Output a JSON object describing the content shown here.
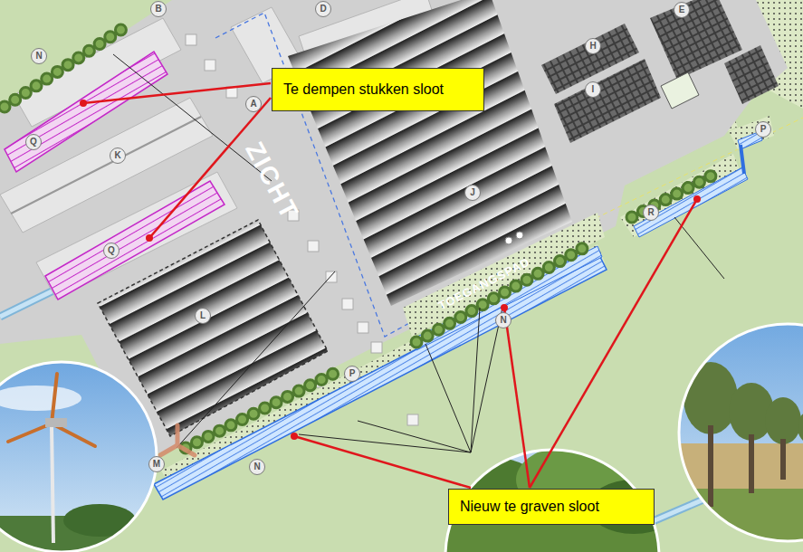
{
  "diagram": {
    "nodes": [
      {
        "text": [
          "B"
        ]
      },
      {
        "text": [
          "D"
        ]
      },
      {
        "text": [
          "E"
        ]
      },
      {
        "text": [
          "H"
        ]
      },
      {
        "text": [
          "N"
        ]
      },
      {
        "text": [
          "Te dempen stukken sloot"
        ]
      },
      {
        "text": [
          "I"
        ]
      },
      {
        "text": [
          "A"
        ]
      },
      {
        "text": [
          "P"
        ]
      },
      {
        "text": [
          "Q"
        ]
      },
      {
        "text": [
          "K"
        ]
      },
      {
        "text": [
          "J"
        ]
      },
      {
        "text": [
          "R"
        ]
      },
      {
        "text": [
          "Q"
        ]
      },
      {
        "text": [
          "L"
        ]
      },
      {
        "text": [
          "N"
        ]
      },
      {
        "text": [
          "P"
        ]
      },
      {
        "text": [
          "M"
        ]
      },
      {
        "text": [
          "N"
        ]
      },
      {
        "text": [
          "Nieuw te graven sloot"
        ]
      }
    ],
    "labels": [
      "ZICHT",
      "TOEGANGSPAD"
    ]
  }
}
